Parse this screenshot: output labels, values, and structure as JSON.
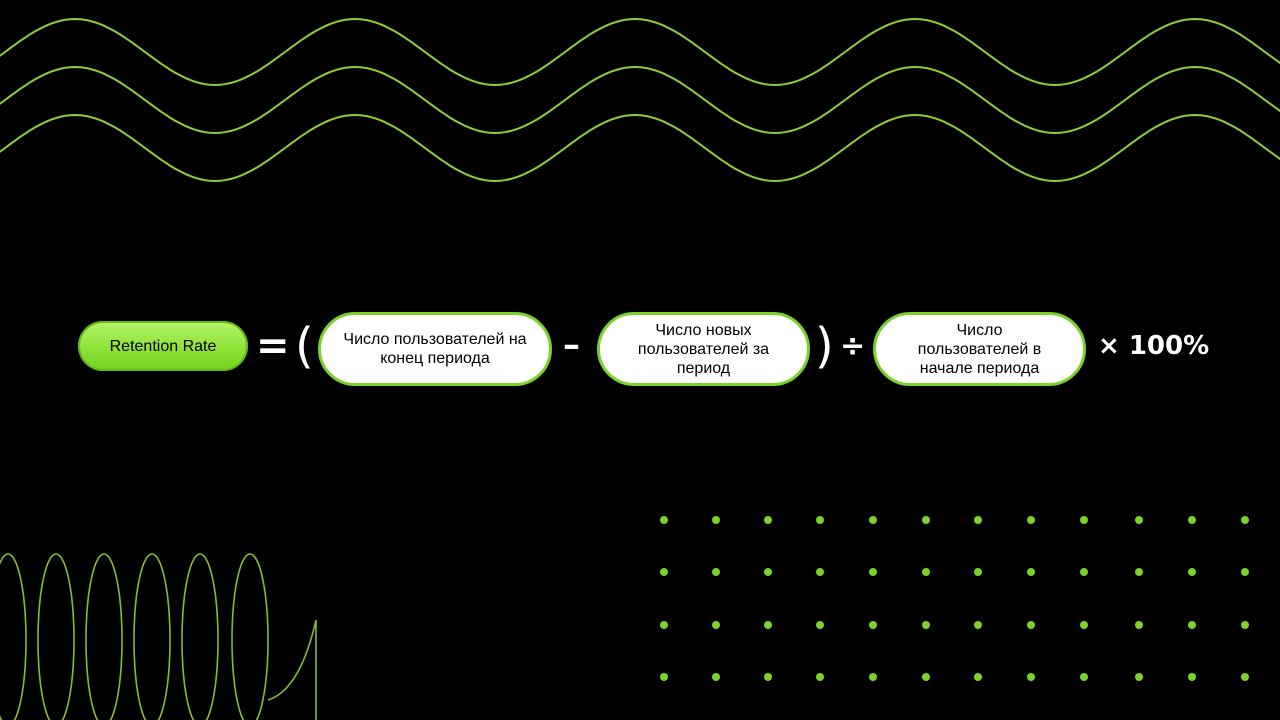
{
  "formula": {
    "metric_label": "Retention Rate",
    "equals": "=",
    "open_paren": "(",
    "term_end_users": "Число пользователей на конец периода",
    "minus": "–",
    "term_new_users": "Число новых пользователей за период",
    "close_paren": ")",
    "divide": "÷",
    "term_start_users": "Число пользователей в начале периода",
    "multiply_percent": "× 100%"
  },
  "colors": {
    "background": "#000000",
    "accent_green": "#7ad32a",
    "decor_green": "#8ed033",
    "text_light": "#ffffff",
    "text_dark": "#000000"
  },
  "decor": {
    "top_waves": "wave-lines",
    "bottom_left": "spiral-loops",
    "bottom_right": "dot-grid"
  }
}
